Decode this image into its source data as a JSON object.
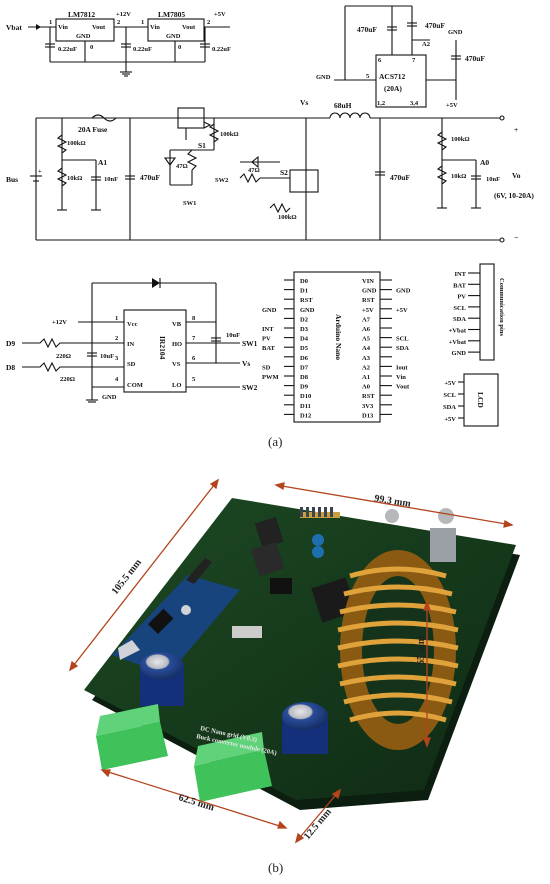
{
  "captions": {
    "a": "(a)",
    "b": "(b)"
  },
  "regulators": {
    "r1": {
      "name": "LM7812",
      "vin": "Vin",
      "vout": "Vout",
      "gnd": "GND",
      "p1": "1",
      "p2": "2",
      "p0": "0"
    },
    "r2": {
      "name": "LM7805",
      "vin": "Vin",
      "vout": "Vout",
      "gnd": "GND",
      "p1": "1",
      "p2": "2",
      "p0": "0"
    },
    "vbat": "Vbat",
    "v12": "+12V",
    "v5": "+5V",
    "c1": "0.22uF",
    "c2": "0.22uF",
    "c3": "0.22uF"
  },
  "sensor": {
    "name": "ACS712",
    "rating": "(20A)",
    "c_left": "470uF",
    "c_top": "470uF",
    "c_right": "470uF",
    "gnd1": "GND",
    "gnd2": "GND",
    "p6": "6",
    "p7": "7",
    "a2": "A2",
    "p5": "5",
    "p12": "1,2",
    "p34": "3,4",
    "v5": "+5V"
  },
  "power": {
    "bus": "Bus",
    "fuse": "20A Fuse",
    "r100k_1": "100kΩ",
    "r10k_1": "10kΩ",
    "a1": "A1",
    "c10n_1": "10nF",
    "c470_1": "470uF",
    "r100k_gate": "100kΩ",
    "s1": "S1",
    "r47_1": "47Ω",
    "sw1": "SW1",
    "sw2": "SW2",
    "r47_2": "47Ω",
    "s2": "S2",
    "r100k_2": "100kΩ",
    "vs": "Vs",
    "l": "68uH",
    "c470_2": "470uF",
    "r100k_3": "100kΩ",
    "r10k_3": "10kΩ",
    "a0": "A0",
    "c10n_3": "10nF",
    "vo": "Vo",
    "vo_range": "(6V, 10-20A)",
    "plus": "+",
    "minus": "−"
  },
  "driver": {
    "name": "IR2104",
    "vcc": "Vcc",
    "in": "IN",
    "sd": "SD",
    "com": "COM",
    "vb": "VB",
    "ho": "HO",
    "vs": "VS",
    "lo": "LO",
    "p1": "1",
    "p2": "2",
    "p3": "3",
    "p4": "4",
    "p5": "5",
    "p6": "6",
    "p7": "7",
    "p8": "8",
    "v12": "+12V",
    "d9": "D9",
    "d8": "D8",
    "r1": "220Ω",
    "r2": "220Ω",
    "c1": "10uF",
    "c2": "10uF",
    "gnd": "GND",
    "sw1": "SW1",
    "vs_out": "Vs",
    "sw2": "SW2"
  },
  "nano": {
    "name": "Arduino Nano",
    "left_pins": [
      "D0",
      "D1",
      "RST",
      "GND",
      "D2",
      "D3",
      "D4",
      "D5",
      "D6",
      "D7",
      "D8",
      "D9",
      "D10",
      "D11",
      "D12"
    ],
    "right_pins": [
      "VIN",
      "GND",
      "RST",
      "+5V",
      "A7",
      "A6",
      "A5",
      "A4",
      "A3",
      "A2",
      "A1",
      "A0",
      "RST",
      "3V3",
      "D13"
    ],
    "left_ext": [
      "",
      "",
      "",
      "GND",
      "",
      "INT",
      "PV",
      "BAT",
      "",
      "SD",
      "PWM",
      "",
      "",
      "",
      ""
    ],
    "right_ext": [
      "",
      "GND",
      "",
      "+5V",
      "",
      "",
      "SCL",
      "SDA",
      "",
      "Iout",
      "Vin",
      "Vout",
      "",
      "",
      ""
    ]
  },
  "comm": {
    "label": "Communication pins",
    "pins": [
      "INT",
      "BAT",
      "PV",
      "SCL",
      "SDA",
      "+Vbat",
      "+Vbat",
      "GND"
    ]
  },
  "lcd": {
    "label": "LCD",
    "pins": [
      "+5V",
      "SCL",
      "SDA",
      "+5V"
    ]
  },
  "photo": {
    "dim_top": "99.3 mm",
    "dim_left": "105.5 mm",
    "dim_height": "65 mm",
    "dim_bottom": "62.5 mm",
    "dim_depth": "12.5 mm",
    "board_text1": "DC Nano grid (V0.3)",
    "board_text2": "Buck converter module (20A)"
  }
}
